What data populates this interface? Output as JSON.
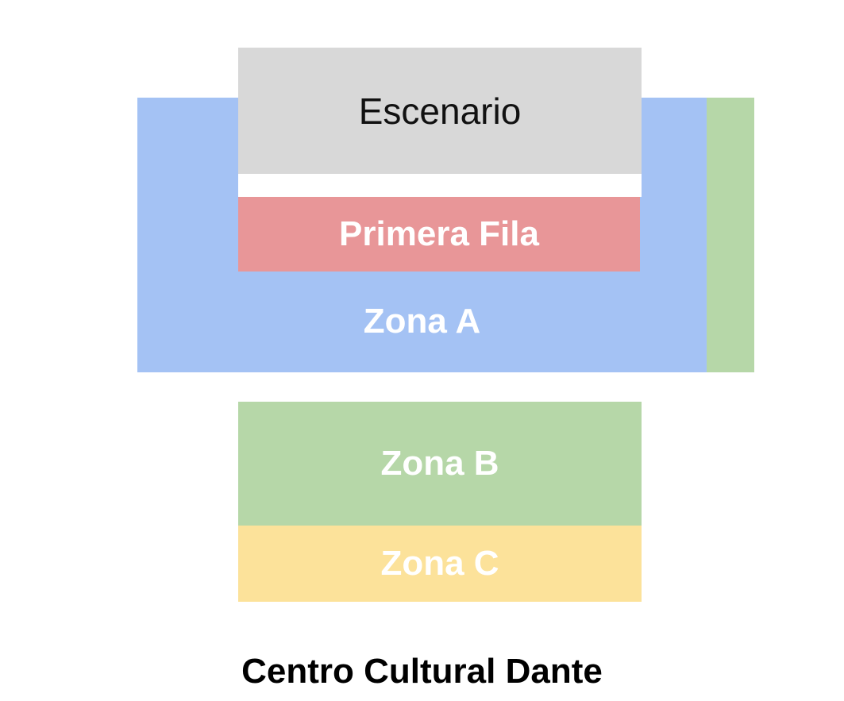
{
  "venue": {
    "title": "Centro Cultural Dante"
  },
  "stage": {
    "label": "Escenario",
    "color": "#d8d8d8"
  },
  "zones": {
    "primera_fila": {
      "label": "Primera Fila",
      "color": "#e89698"
    },
    "zona_a": {
      "label": "Zona A",
      "color": "#a4c2f4"
    },
    "side_zone": {
      "label": "",
      "color": "#b6d7a8"
    },
    "zona_b": {
      "label": "Zona B",
      "color": "#b6d7a8"
    },
    "zona_c": {
      "label": "Zona C",
      "color": "#fce29a"
    }
  }
}
